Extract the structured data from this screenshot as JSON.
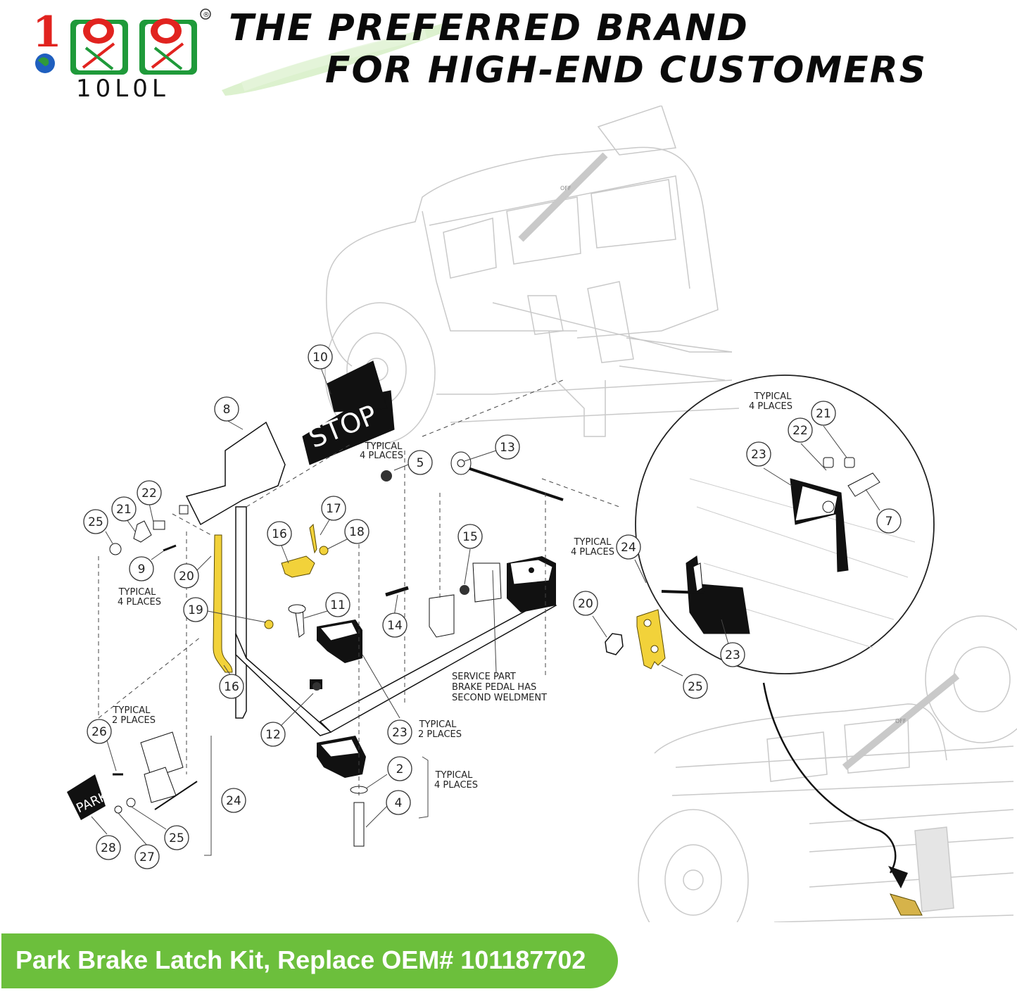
{
  "brand": {
    "logo_text": "10L0L",
    "registered_mark": "®",
    "colors": {
      "red": "#e1231f",
      "green": "#1f9a3a",
      "banner": "#6cbf3c",
      "highlight": "#f2d23a"
    }
  },
  "headline": {
    "line1": "THE PREFERRED BRAND",
    "line2": "FOR HIGH-END CUSTOMERS"
  },
  "diagram": {
    "decals": {
      "stop": "STOP",
      "park": "PARK",
      "off": "OFF"
    },
    "callouts": [
      {
        "id": "c10",
        "label": "10"
      },
      {
        "id": "c8",
        "label": "8"
      },
      {
        "id": "c13",
        "label": "13"
      },
      {
        "id": "c5",
        "label": "5"
      },
      {
        "id": "c22a",
        "label": "22"
      },
      {
        "id": "c21a",
        "label": "21"
      },
      {
        "id": "c25a",
        "label": "25"
      },
      {
        "id": "c9",
        "label": "9"
      },
      {
        "id": "c20a",
        "label": "20"
      },
      {
        "id": "c16a",
        "label": "16"
      },
      {
        "id": "c17",
        "label": "17"
      },
      {
        "id": "c18",
        "label": "18"
      },
      {
        "id": "c15",
        "label": "15"
      },
      {
        "id": "c19",
        "label": "19"
      },
      {
        "id": "c11",
        "label": "11"
      },
      {
        "id": "c14",
        "label": "14"
      },
      {
        "id": "c16b",
        "label": "16"
      },
      {
        "id": "c12",
        "label": "12"
      },
      {
        "id": "c23a",
        "label": "23"
      },
      {
        "id": "c2",
        "label": "2"
      },
      {
        "id": "c4",
        "label": "4"
      },
      {
        "id": "c26",
        "label": "26"
      },
      {
        "id": "c24a",
        "label": "24"
      },
      {
        "id": "c25b",
        "label": "25"
      },
      {
        "id": "c28",
        "label": "28"
      },
      {
        "id": "c27",
        "label": "27"
      },
      {
        "id": "c21b",
        "label": "21"
      },
      {
        "id": "c22b",
        "label": "22"
      },
      {
        "id": "c23b",
        "label": "23"
      },
      {
        "id": "c7",
        "label": "7"
      },
      {
        "id": "c24b",
        "label": "24"
      },
      {
        "id": "c20b",
        "label": "20"
      },
      {
        "id": "c23c",
        "label": "23"
      },
      {
        "id": "c25c",
        "label": "25"
      }
    ],
    "notes": {
      "typical_4_places": [
        "TYPICAL",
        "4 PLACES"
      ],
      "typical_2_places": [
        "TYPICAL",
        "2 PLACES"
      ],
      "service_part": [
        "SERVICE PART",
        "BRAKE PEDAL HAS",
        "SECOND WELDMENT"
      ]
    }
  },
  "banner": {
    "text": "Park Brake Latch Kit, Replace OEM# 101187702"
  }
}
